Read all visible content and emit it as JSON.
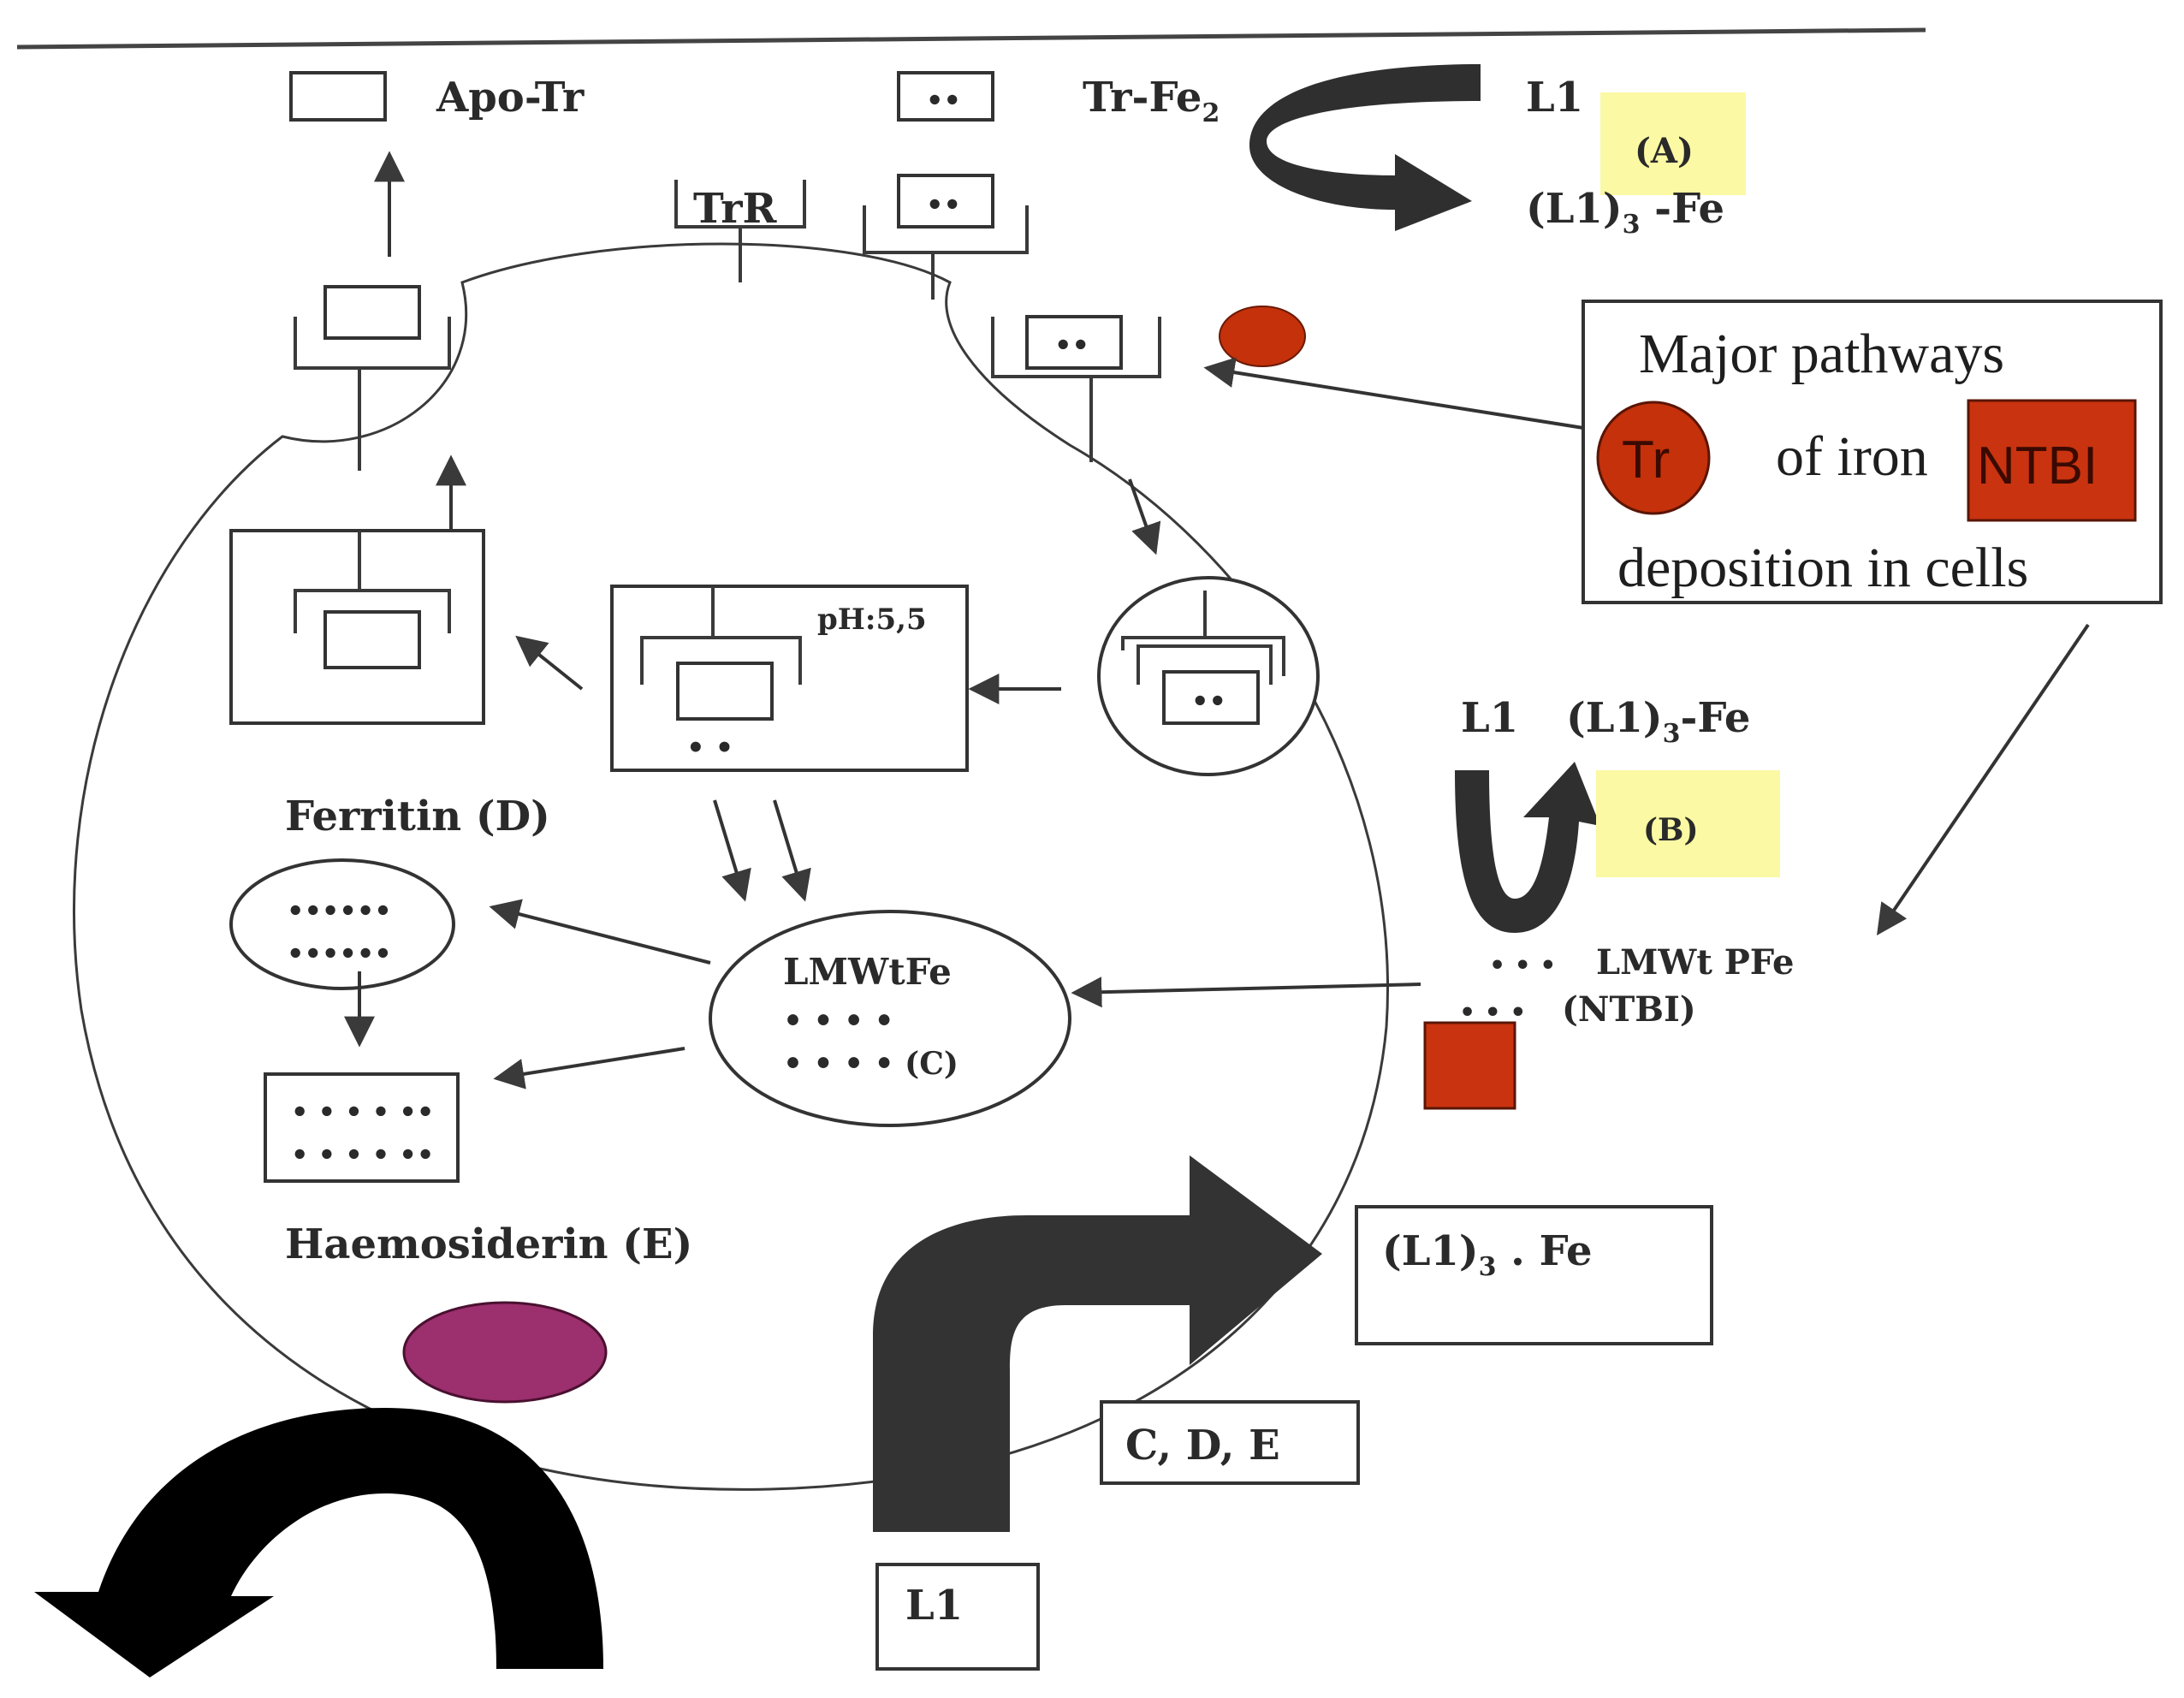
{
  "colors": {
    "tr_marker": "#c4310b",
    "ntbi_marker": "#c9330f",
    "haemosiderin_blob": "#9c2f6e",
    "highlight": "#fbf9a3",
    "arrow_dark": "#2f2f2f"
  },
  "top": {
    "apo_tr": "Apo-Tr",
    "tr_fe2": "Tr-Fe",
    "tr_fe2_sub": "2",
    "trr": "TrR",
    "dots": "••"
  },
  "chelation_a": {
    "l1": "L1",
    "tag": "(A)",
    "product_pre": "(L1)",
    "product_sub": "3",
    "product_post": " -Fe"
  },
  "legend": {
    "title": "Major pathways",
    "tr": "Tr",
    "middle": "of iron",
    "ntbi": "NTBI",
    "footer": "deposition in cells"
  },
  "endosome": {
    "ph": "pH:5,5",
    "dots": "• •"
  },
  "chelation_b": {
    "l1": "L1",
    "product_pre": "(L1)",
    "product_sub": "3",
    "product_post": "-Fe",
    "tag": "(B)"
  },
  "ntbi_pool": {
    "line1_dots": "• • •",
    "line1": "LMWt PFe",
    "line2_dots": "• • •",
    "line2": "(NTBI)"
  },
  "ferritin": {
    "label": "Ferritin (D)",
    "row1": "••••••",
    "row2": "••••••"
  },
  "lmwtfe": {
    "label": "LMWtFe",
    "row1": "• • • •",
    "row2": "• • • • (C)"
  },
  "haemosiderin": {
    "label": "Haemosiderin (E)",
    "row1": "• • • • ••",
    "row2": "• • • • ••"
  },
  "chelation_out": {
    "product_pre": "(L1)",
    "product_sub": "3",
    "product_post": " . Fe",
    "targets": "C, D, E",
    "l1": "L1"
  }
}
